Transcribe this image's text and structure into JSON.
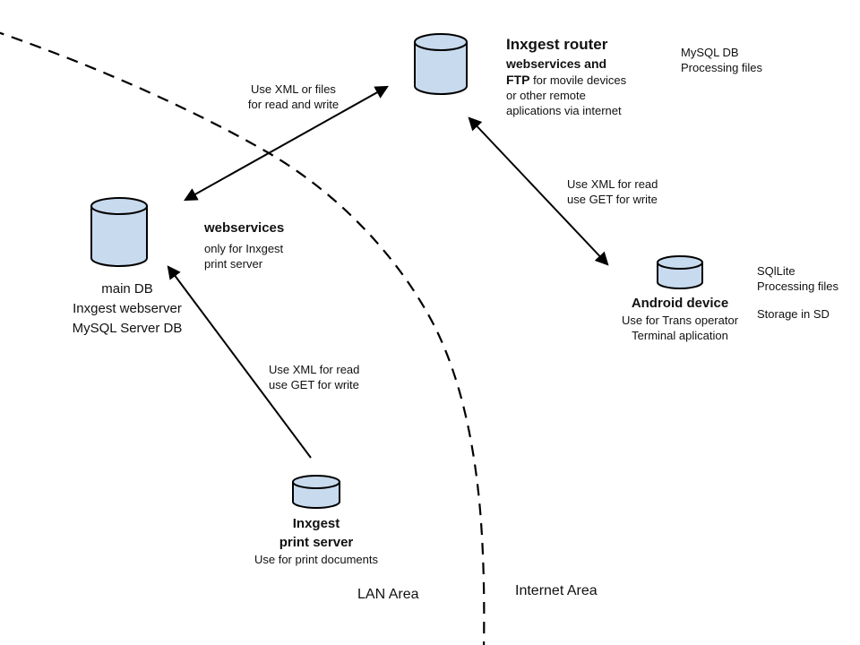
{
  "diagram": {
    "router": {
      "title": "Inxgest router",
      "line2_bold": "webservices and",
      "line3_bold": "FTP",
      "line3_rest": " for movile devices",
      "line4": "or other remote",
      "line5": "aplications via internet",
      "note_line1": "MySQL DB",
      "note_line2": "Processing files"
    },
    "main_db": {
      "line1": "main DB",
      "line2": "Inxgest webserver",
      "line3": "MySQL Server DB"
    },
    "webservices": {
      "title": "webservices",
      "line2": "only for Inxgest",
      "line3": "print server"
    },
    "android": {
      "title": "Android device",
      "line2": "Use for Trans operator",
      "line3": "Terminal aplication",
      "note_line1": "SQlLite",
      "note_line2": "Processing files",
      "note_line3": "Storage in SD"
    },
    "print_server": {
      "title_line1": "Inxgest",
      "title_line2": "print server",
      "line3": "Use for print documents"
    },
    "arrow_labels": {
      "xml_files": {
        "line1": "Use XML or files",
        "line2": "for read and write"
      },
      "xml_get_right": {
        "line1": "Use XML for read",
        "line2": "use GET for write"
      },
      "xml_get_left": {
        "line1": "Use XML for read",
        "line2": "use GET for write"
      }
    },
    "areas": {
      "lan": "LAN Area",
      "internet": "Internet Area"
    },
    "colors": {
      "cylinder_fill": "#c8daee",
      "stroke": "#000000"
    }
  }
}
